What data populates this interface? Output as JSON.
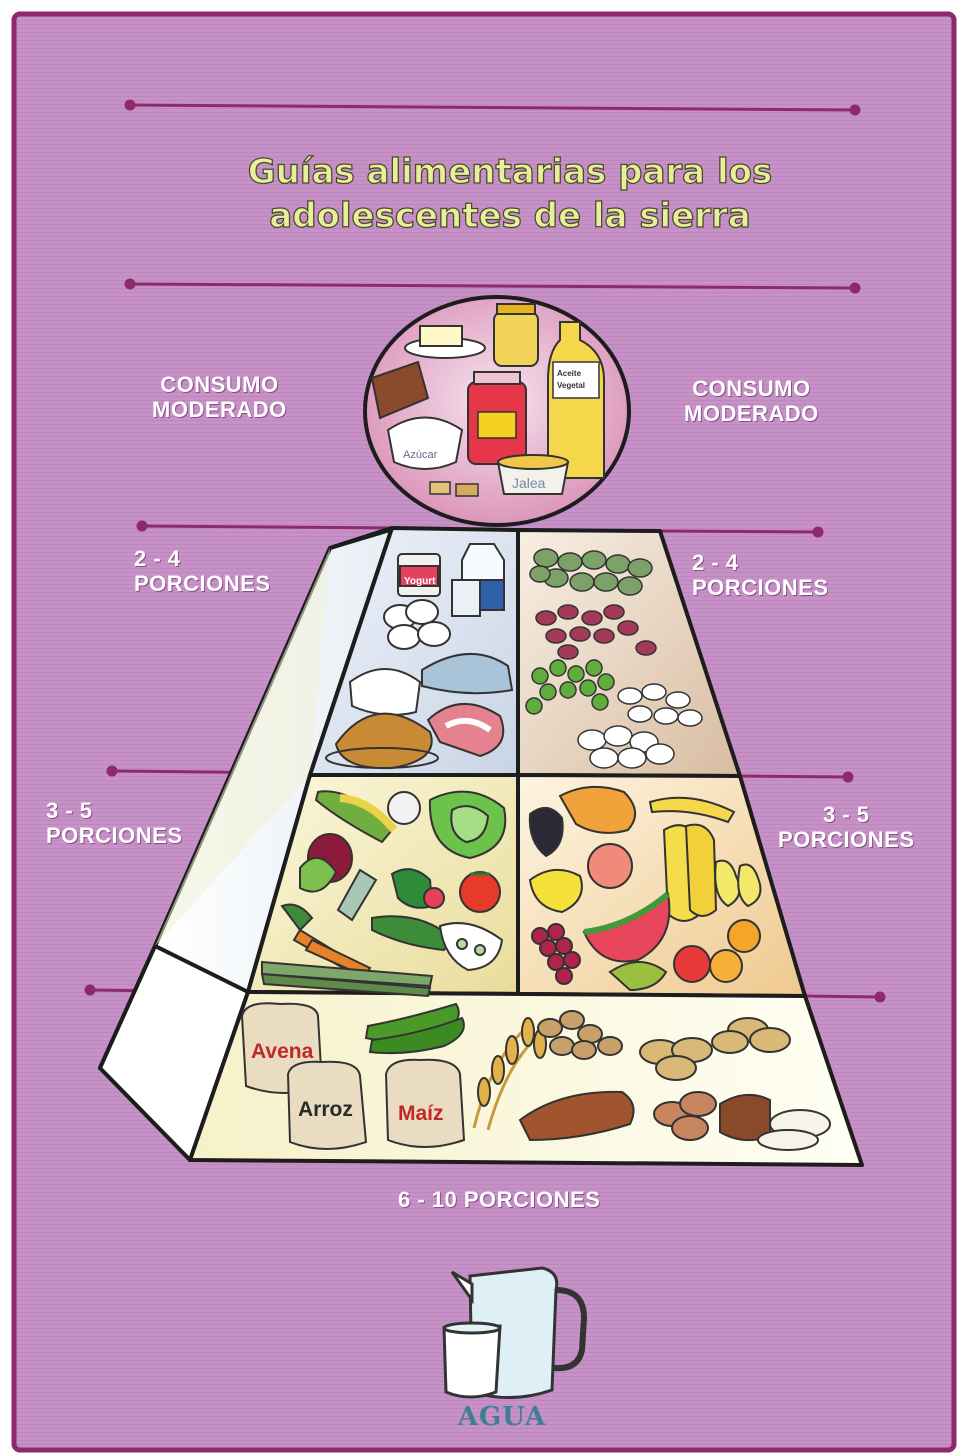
{
  "title": {
    "line1": "Guías alimentarias para los",
    "line2": "adolescentes de la sierra"
  },
  "labels": {
    "top_left": [
      "CONSUMO",
      "MODERADO"
    ],
    "top_right": [
      "CONSUMO",
      "MODERADO"
    ],
    "tier2_left": [
      "2 - 4",
      "PORCIONES"
    ],
    "tier2_right": [
      "2 - 4",
      "PORCIONES"
    ],
    "tier3_left": [
      "3 - 5",
      "PORCIONES"
    ],
    "tier3_right": [
      "3 - 5",
      "PORCIONES"
    ],
    "base": "6 - 10 PORCIONES",
    "water": "AGUA"
  },
  "food_labels": {
    "aceite": "Aceite Vegetal",
    "azucar": "Azúcar",
    "jalea": "Jalea",
    "yogurt": "Yogurt",
    "avena": "Avena",
    "arroz": "Arroz",
    "maiz": "Maíz"
  },
  "colors": {
    "background": "#c48fc4",
    "border": "#8e2a6a",
    "accent_line": "#8e2a6a",
    "label_text": "#ffffff"
  }
}
